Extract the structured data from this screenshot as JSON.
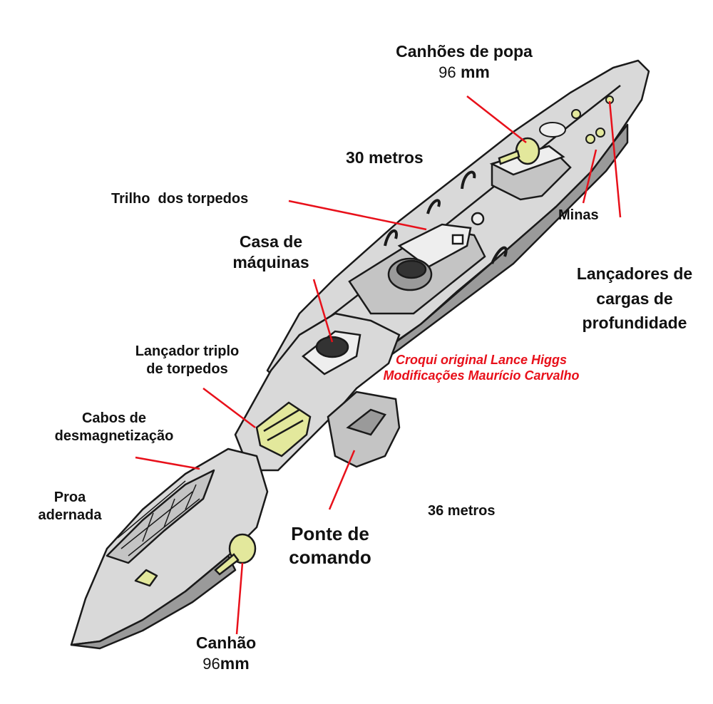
{
  "colors": {
    "hull_light": "#d9d9d9",
    "hull_mid": "#c4c4c4",
    "hull_dark": "#9a9a9a",
    "outline": "#1a1a1a",
    "equipment": "#e3e89c",
    "leader": "#e8101a",
    "credit_text": "#e8101a"
  },
  "labels": {
    "canhoes_popa_line1": "Canhões de popa",
    "canhoes_popa_num": "96",
    "canhoes_popa_unit": "mm",
    "trinta_metros": "30 metros",
    "trilho_torpedos": "Trilho  dos torpedos",
    "casa_maquinas_line1": "Casa de",
    "casa_maquinas_line2": "máquinas",
    "minas": "Minas",
    "lancadores_line1": "Lançadores de",
    "lancadores_line2": "cargas de",
    "lancadores_line3": "profundidade",
    "lancador_triplo_line1": "Lançador triplo",
    "lancador_triplo_line2": "de torpedos",
    "cabos_line1": "Cabos de",
    "cabos_line2": "desmagnetização",
    "proa_line1": "Proa",
    "proa_line2": "adernada",
    "trinta_seis_metros": "36 metros",
    "ponte_line1": "Ponte de",
    "ponte_line2": "comando",
    "canhao_line1": "Canhão",
    "canhao_num": "96",
    "canhao_unit": "mm"
  },
  "credits": {
    "line1": "Croqui original Lance Higgs",
    "line2": "Modificações Maurício Carvalho"
  }
}
